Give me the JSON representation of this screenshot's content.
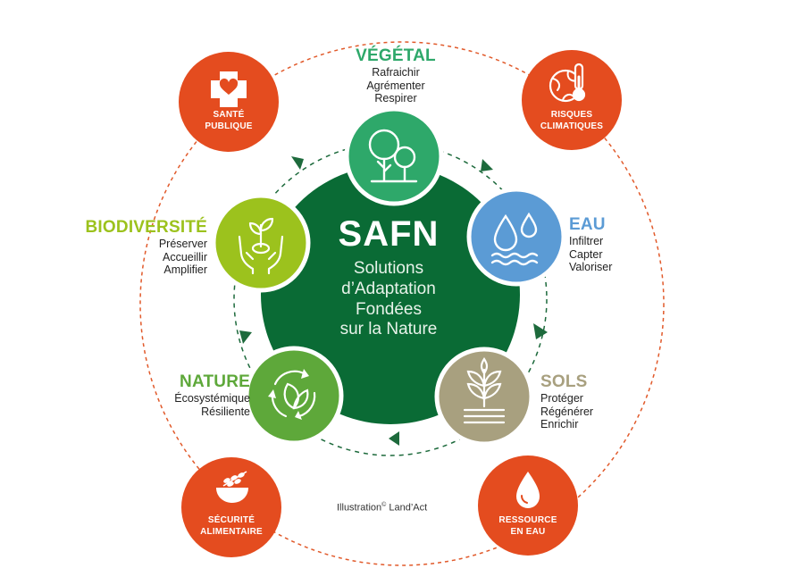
{
  "center": {
    "title": "SAFN",
    "subtitle": [
      "Solutions",
      "d’Adaptation",
      "Fondées",
      "sur la Nature"
    ]
  },
  "categories": [
    {
      "id": "vegetal",
      "title": "VÉGÉTAL",
      "color": "#2ea86a",
      "items": [
        "Rafraichir",
        "Agrémenter",
        "Respirer"
      ],
      "icon": "trees-icon"
    },
    {
      "id": "eau",
      "title": "EAU",
      "color": "#5b9bd5",
      "items": [
        "Infiltrer",
        "Capter",
        "Valoriser"
      ],
      "icon": "water-drops-icon"
    },
    {
      "id": "sols",
      "title": "SOLS",
      "color": "#a8a07f",
      "items": [
        "Protéger",
        "Régénérer",
        "Enrichir"
      ],
      "icon": "sprout-soil-icon"
    },
    {
      "id": "nature",
      "title": "NATURE",
      "color": "#5ea83a",
      "items": [
        "Écosystémique",
        "Résiliente"
      ],
      "icon": "recycle-leaf-icon"
    },
    {
      "id": "biodiversite",
      "title": "BIODIVERSITÉ",
      "color": "#9cc21d",
      "items": [
        "Préserver",
        "Accueillir",
        "Amplifier"
      ],
      "icon": "hands-plant-icon"
    }
  ],
  "outer": [
    {
      "id": "sante",
      "lines": [
        "SANTÉ",
        "PUBLIQUE"
      ],
      "icon": "health-cross-icon"
    },
    {
      "id": "risques",
      "lines": [
        "RISQUES",
        "CLIMATIQUES"
      ],
      "icon": "globe-thermometer-icon"
    },
    {
      "id": "ressource",
      "lines": [
        "RESSOURCE",
        "EN EAU"
      ],
      "icon": "water-drop-icon"
    },
    {
      "id": "securite",
      "lines": [
        "SÉCURITÉ",
        "ALIMENTAIRE"
      ],
      "icon": "grain-bowl-icon"
    }
  ],
  "colors": {
    "center": "#0a6b35",
    "outer": "#e44c1f",
    "outer_ring": "#e15a2b",
    "inner_ring": "#1d6a3c"
  },
  "credit": {
    "text": "Illustration",
    "mark": "©",
    "author": " Land’Act"
  }
}
